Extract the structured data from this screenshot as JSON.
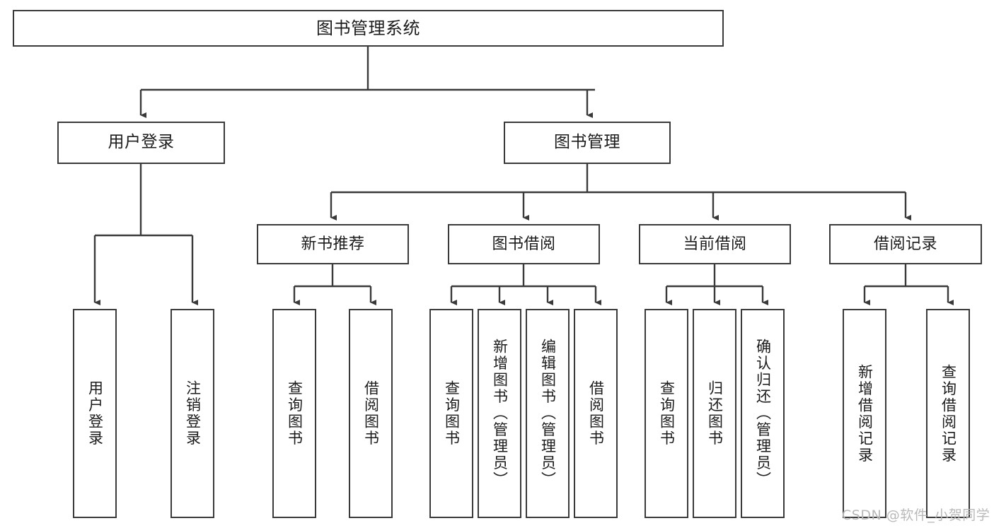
{
  "diagram": {
    "title": "图书管理系统",
    "watermark": "CSDN @软件_小贺同学",
    "colors": {
      "stroke": "#3a3a3a",
      "text": "#1b1b1b",
      "background": "#ffffff",
      "watermark": "#b9b9b9"
    },
    "nodes": {
      "root": {
        "label": "图书管理系统"
      },
      "user_login": {
        "label": "用户登录"
      },
      "book_manage": {
        "label": "图书管理"
      },
      "new_book_recommend": {
        "label": "新书推荐"
      },
      "book_borrow": {
        "label": "图书借阅"
      },
      "current_borrow": {
        "label": "当前借阅"
      },
      "borrow_record": {
        "label": "借阅记录"
      },
      "leaf_user_login": {
        "label": "用户登录"
      },
      "leaf_logout": {
        "label": "注销登录"
      },
      "leaf_query_book_1": {
        "label": "查询图书"
      },
      "leaf_borrow_book_1": {
        "label": "借阅图书"
      },
      "leaf_query_book_2": {
        "label": "查询图书"
      },
      "leaf_add_book_admin": {
        "label": "新增图书（管理员）"
      },
      "leaf_edit_book_admin": {
        "label": "编辑图书（管理员）"
      },
      "leaf_borrow_book_2": {
        "label": "借阅图书"
      },
      "leaf_query_book_3": {
        "label": "查询图书"
      },
      "leaf_return_book": {
        "label": "归还图书"
      },
      "leaf_confirm_return_admin": {
        "label": "确认归还（管理员）"
      },
      "leaf_add_borrow_record": {
        "label": "新增借阅记录"
      },
      "leaf_query_borrow_record": {
        "label": "查询借阅记录"
      }
    },
    "edges": [
      {
        "from": "root",
        "to": "user_login"
      },
      {
        "from": "root",
        "to": "book_manage"
      },
      {
        "from": "user_login",
        "to": "leaf_user_login"
      },
      {
        "from": "user_login",
        "to": "leaf_logout"
      },
      {
        "from": "book_manage",
        "to": "new_book_recommend"
      },
      {
        "from": "book_manage",
        "to": "book_borrow"
      },
      {
        "from": "book_manage",
        "to": "current_borrow"
      },
      {
        "from": "book_manage",
        "to": "borrow_record"
      },
      {
        "from": "new_book_recommend",
        "to": "leaf_query_book_1"
      },
      {
        "from": "new_book_recommend",
        "to": "leaf_borrow_book_1"
      },
      {
        "from": "book_borrow",
        "to": "leaf_query_book_2"
      },
      {
        "from": "book_borrow",
        "to": "leaf_add_book_admin"
      },
      {
        "from": "book_borrow",
        "to": "leaf_edit_book_admin"
      },
      {
        "from": "book_borrow",
        "to": "leaf_borrow_book_2"
      },
      {
        "from": "current_borrow",
        "to": "leaf_query_book_3"
      },
      {
        "from": "current_borrow",
        "to": "leaf_return_book"
      },
      {
        "from": "current_borrow",
        "to": "leaf_confirm_return_admin"
      },
      {
        "from": "borrow_record",
        "to": "leaf_add_borrow_record"
      },
      {
        "from": "borrow_record",
        "to": "leaf_query_borrow_record"
      }
    ]
  }
}
